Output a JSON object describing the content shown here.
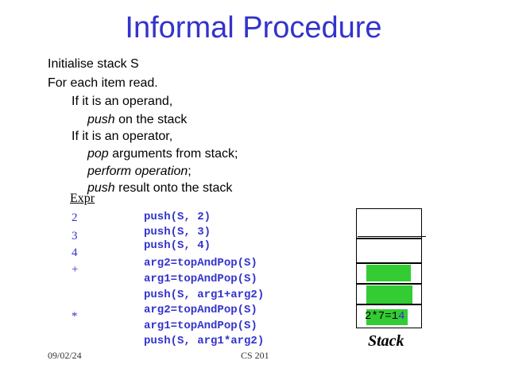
{
  "title": "Informal Procedure",
  "procedure": {
    "line1": "Initialise stack S",
    "line2": "For each item read.",
    "line3": "If it is an operand,",
    "line4_italic": "push",
    "line4_rest": " on the stack",
    "line5": "If it is an operator,",
    "line6_italic": "pop",
    "line6_rest": " arguments from stack;",
    "line7_italic": "perform operation",
    "line7_rest": ";",
    "line8_italic": "push",
    "line8_rest": " result onto the stack"
  },
  "expr": {
    "header": "Expr",
    "items": [
      "2",
      "3",
      "4",
      "+",
      "*"
    ]
  },
  "code": [
    "push(S, 2)",
    "push(S, 3)",
    "push(S, 4)",
    "arg2=topAndPop(S)",
    "arg1=topAndPop(S)",
    "push(S, arg1+arg2)",
    "arg2=topAndPop(S)",
    "arg1=topAndPop(S)",
    "push(S, arg1*arg2)"
  ],
  "stack": {
    "label": "Stack",
    "bottom_value_prefix": "2*7=1",
    "bottom_value_suffix": "4",
    "fill_color": "#33cc33"
  },
  "footer": {
    "date": "09/02/24",
    "course": "CS 201"
  }
}
